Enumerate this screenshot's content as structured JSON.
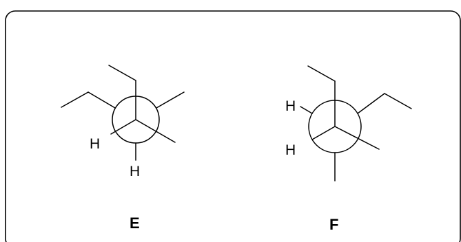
{
  "molecules": [
    {
      "id": "E",
      "label": "E",
      "atom_labels": [
        "H",
        "H"
      ]
    },
    {
      "id": "F",
      "label": "F",
      "atom_labels": [
        "H",
        "H"
      ]
    }
  ],
  "colors": {
    "stroke": "#000000",
    "frame": "#000000",
    "background": "#ffffff"
  }
}
